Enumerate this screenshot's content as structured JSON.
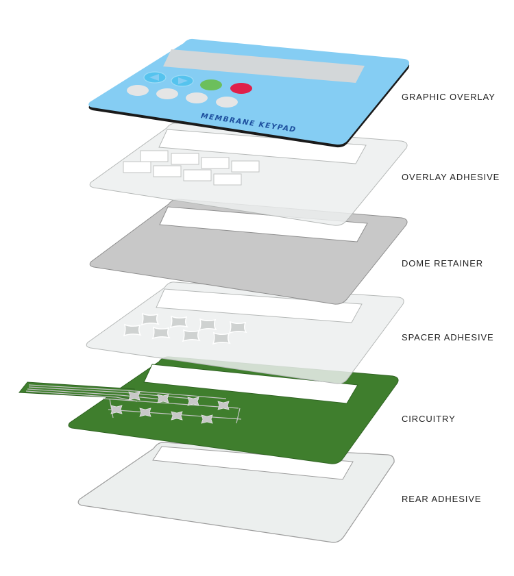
{
  "labels": {
    "graphic_overlay": "GRAPHIC OVERLAY",
    "overlay_adhesive": "OVERLAY ADHESIVE",
    "dome_retainer": "DOME RETAINER",
    "spacer_adhesive": "SPACER ADHESIVE",
    "circuitry": "CIRCUITRY",
    "rear_adhesive": "REAR ADHESIVE"
  },
  "overlay_text": "MEMBRANE KEYPAD",
  "colors": {
    "graphic_overlay": "#85cdf3",
    "overlay_window": "#d3d7d9",
    "overlay_text": "#1d4f9e",
    "key_green": "#6cbf5c",
    "key_red": "#e0204a",
    "key_blue": "#55c3ee",
    "key_grey": "#e5e5e5",
    "adhesive": "#ecefee",
    "dome_retainer": "#c8c8c8",
    "circuitry": "#3f7e2d",
    "circuit_trace": "#c5c5c5"
  }
}
